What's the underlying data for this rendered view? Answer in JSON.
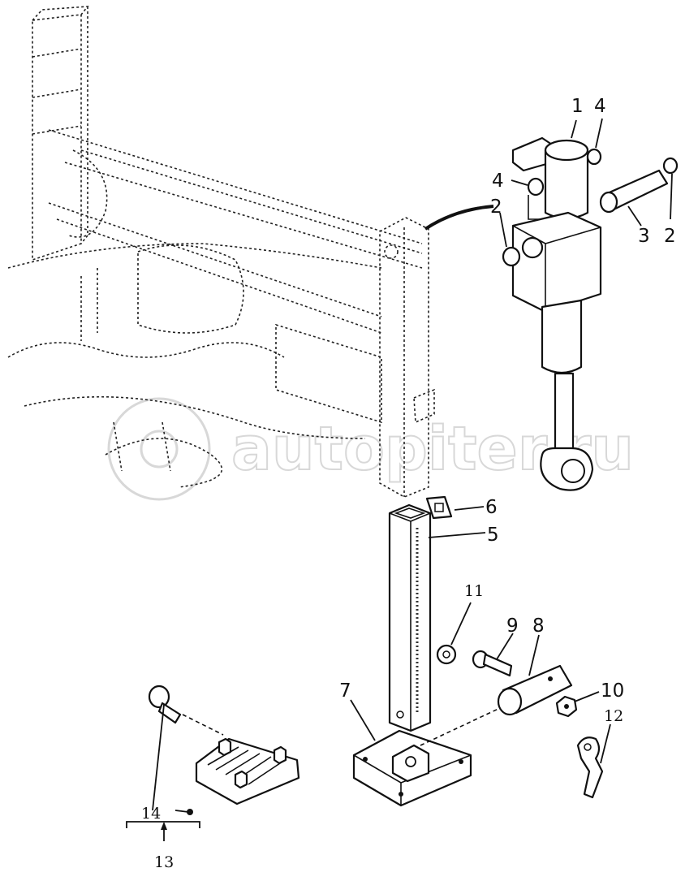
{
  "watermark": {
    "text": "autopiter.ru",
    "logo": "at-sign-logo"
  },
  "callouts": [
    {
      "id": "c1",
      "text": "1"
    },
    {
      "id": "c4a",
      "text": "4"
    },
    {
      "id": "c4b",
      "text": "4"
    },
    {
      "id": "c2a",
      "text": "2"
    },
    {
      "id": "c2b",
      "text": "2"
    },
    {
      "id": "c3",
      "text": "3"
    },
    {
      "id": "c6",
      "text": "6"
    },
    {
      "id": "c5",
      "text": "5"
    },
    {
      "id": "c11",
      "text": "11"
    },
    {
      "id": "c9",
      "text": "9"
    },
    {
      "id": "c8",
      "text": "8"
    },
    {
      "id": "c7",
      "text": "7"
    },
    {
      "id": "c10",
      "text": "10"
    },
    {
      "id": "c12",
      "text": "12"
    },
    {
      "id": "c14",
      "text": "14"
    },
    {
      "id": "c13",
      "text": "13"
    }
  ]
}
